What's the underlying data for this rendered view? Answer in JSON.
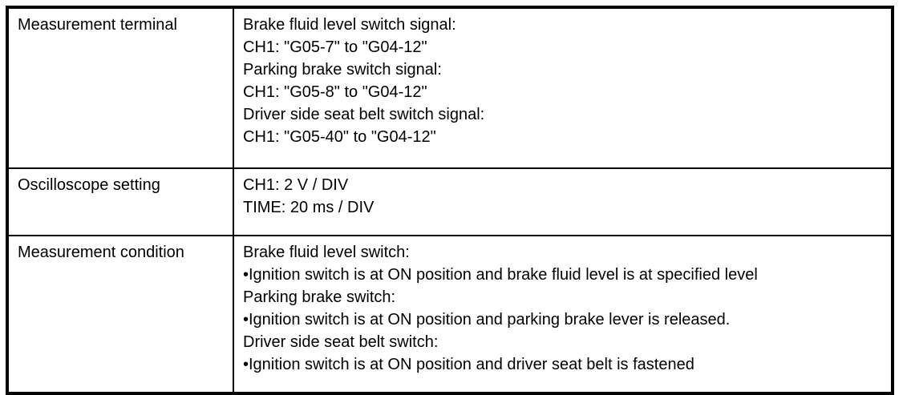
{
  "colors": {
    "text": "#000000",
    "border": "#000000",
    "background": "#ffffff"
  },
  "table": {
    "rows": [
      {
        "label": "Measurement terminal",
        "lines": [
          "Brake fluid level switch signal:",
          "CH1: \"G05-7\" to \"G04-12\"",
          "Parking brake switch signal:",
          "CH1: \"G05-8\" to \"G04-12\"",
          "Driver side seat belt switch signal:",
          "CH1: \"G05-40\" to \"G04-12\""
        ]
      },
      {
        "label": "Oscilloscope setting",
        "lines": [
          "CH1: 2 V / DIV",
          "TIME: 20 ms / DIV"
        ]
      },
      {
        "label": "Measurement condition",
        "lines": [
          "Brake fluid level switch:",
          "•Ignition switch is at ON position and brake fluid level is at specified level",
          "Parking brake switch:",
          "•Ignition switch is at ON position and parking brake lever is released.",
          "Driver side seat belt switch:",
          "•Ignition switch is at ON position and driver seat belt is fastened"
        ]
      }
    ]
  }
}
